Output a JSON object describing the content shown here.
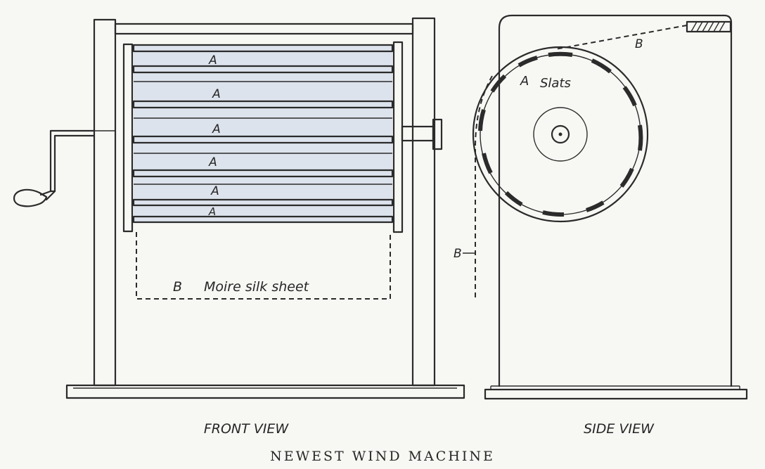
{
  "figure": {
    "caption": "NEWEST WIND MACHINE",
    "front_view": {
      "view_label": "FRONT VIEW",
      "slat_labels": [
        "A",
        "A",
        "A",
        "A",
        "A",
        "A"
      ],
      "sheet_label": "B",
      "sheet_text": "Moire silk sheet"
    },
    "side_view": {
      "view_label": "SIDE VIEW",
      "slats_label": "A",
      "slats_text": "Slats",
      "sheet_top_label": "B",
      "sheet_hanging_label": "B"
    }
  },
  "colors": {
    "ink": "#2b2b2b",
    "paper": "#f7f7f4",
    "sheet_tint": "#dde3ec"
  }
}
